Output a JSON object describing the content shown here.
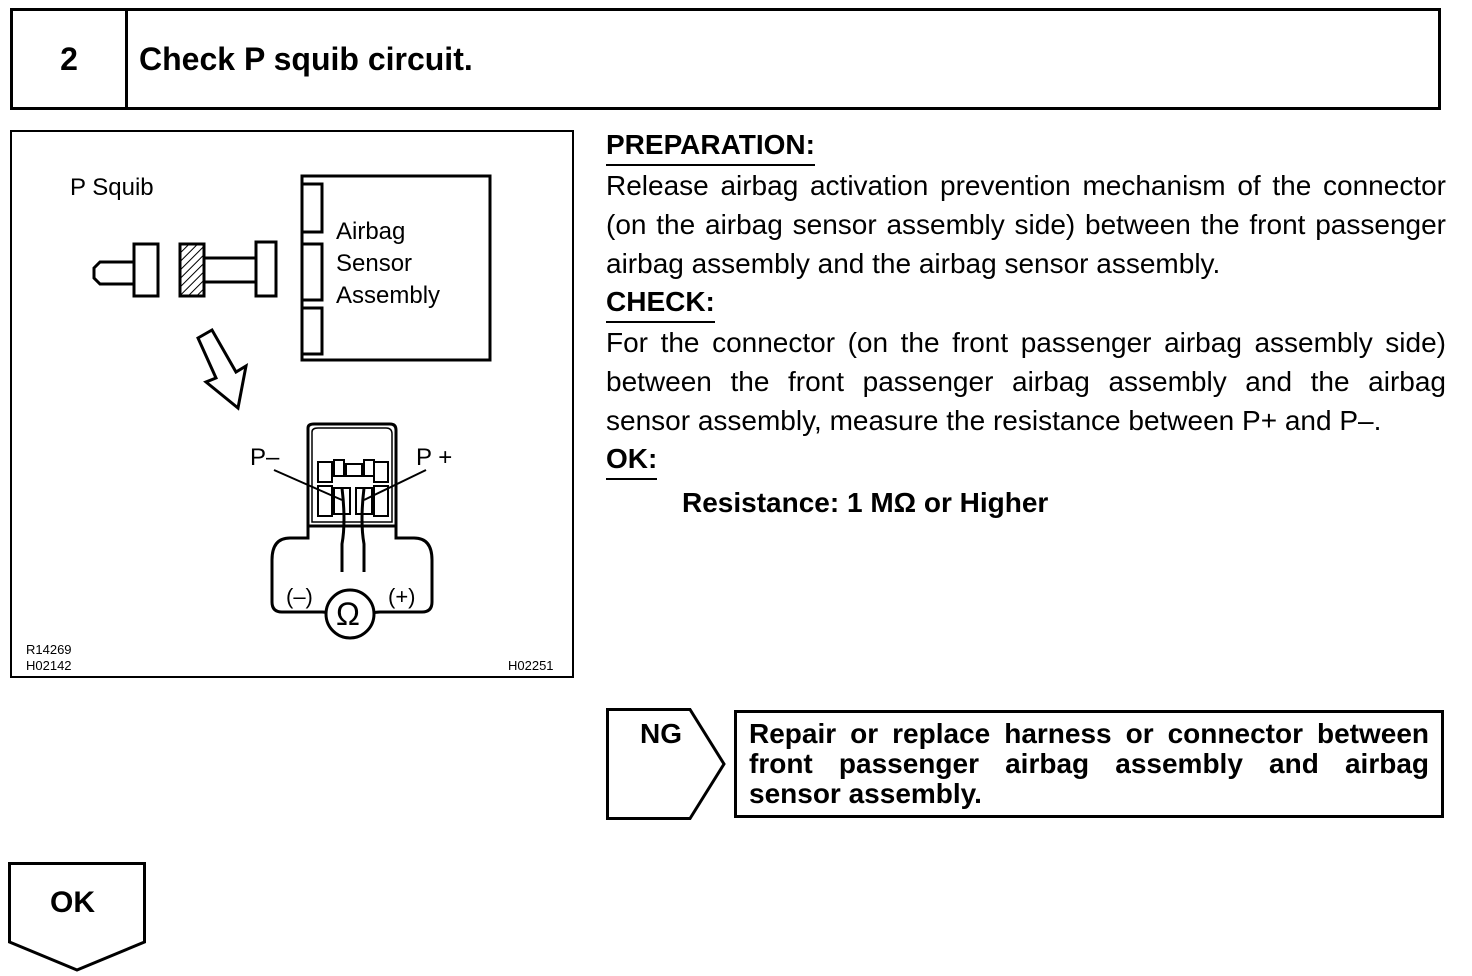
{
  "step": {
    "number": "2",
    "title": "Check P squib circuit."
  },
  "figure": {
    "label_p_squib": "P Squib",
    "label_airbag": "Airbag",
    "label_sensor": "Sensor",
    "label_assembly": "Assembly",
    "label_p_minus": "P–",
    "label_p_plus": "P +",
    "label_meter_minus": "(–)",
    "label_meter_plus": "(+)",
    "label_ohm": "Ω",
    "code_1": "R14269",
    "code_2": "H02142",
    "code_3": "H02251"
  },
  "preparation": {
    "heading": "PREPARATION:",
    "text": "Release airbag activation prevention mechanism of the connector (on the airbag sensor assembly side) between the front passenger airbag assembly and the airbag sensor assembly."
  },
  "check": {
    "heading": "CHECK:",
    "text": "For the connector (on the front passenger airbag assembly side) between the front passenger airbag assembly and the airbag sensor assembly, measure the resistance between P+ and P–."
  },
  "ok_spec": {
    "heading": "OK:",
    "value": "Resistance: 1 MΩ or Higher"
  },
  "ng": {
    "label": "NG",
    "text": "Repair or replace harness or connector between front passenger airbag assembly and airbag sensor assembly."
  },
  "ok": {
    "label": "OK"
  }
}
